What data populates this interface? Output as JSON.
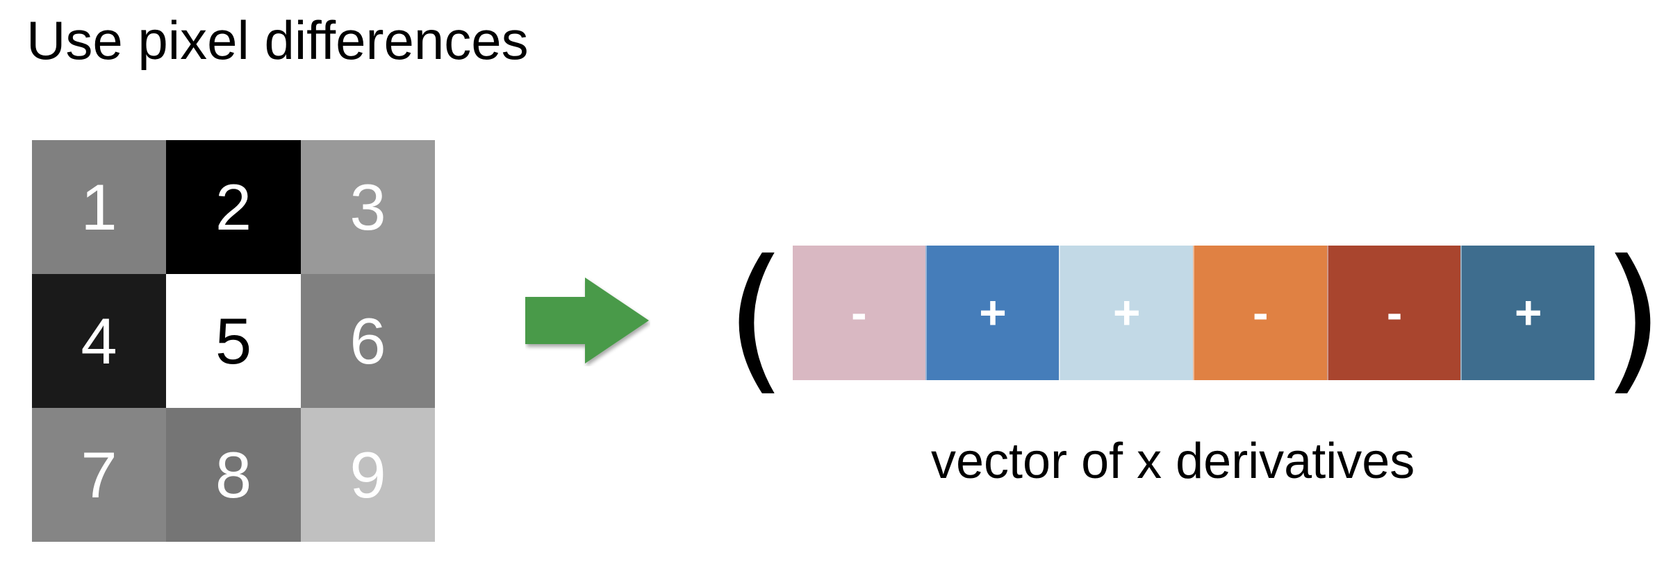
{
  "title": "Use pixel differences",
  "grid": {
    "cells": [
      {
        "label": "1",
        "bg": "#808080",
        "fg": "#ffffff"
      },
      {
        "label": "2",
        "bg": "#000000",
        "fg": "#ffffff"
      },
      {
        "label": "3",
        "bg": "#999999",
        "fg": "#ffffff"
      },
      {
        "label": "4",
        "bg": "#1a1a1a",
        "fg": "#ffffff"
      },
      {
        "label": "5",
        "bg": "#ffffff",
        "fg": "#000000"
      },
      {
        "label": "6",
        "bg": "#808080",
        "fg": "#ffffff"
      },
      {
        "label": "7",
        "bg": "#858585",
        "fg": "#ffffff"
      },
      {
        "label": "8",
        "bg": "#757575",
        "fg": "#ffffff"
      },
      {
        "label": "9",
        "bg": "#c0c0c0",
        "fg": "#ffffff"
      }
    ]
  },
  "arrow": {
    "icon": "right-arrow-icon",
    "color": "#4a9a48"
  },
  "vector": {
    "open_paren": "(",
    "close_paren": ")",
    "cells": [
      {
        "sign": "-",
        "color": "#d9b8c2"
      },
      {
        "sign": "+",
        "color": "#457dba"
      },
      {
        "sign": "+",
        "color": "#c2d9e6"
      },
      {
        "sign": "-",
        "color": "#e08143"
      },
      {
        "sign": "-",
        "color": "#a9452e"
      },
      {
        "sign": "+",
        "color": "#3e6d8e"
      }
    ],
    "label": "vector of x derivatives"
  }
}
